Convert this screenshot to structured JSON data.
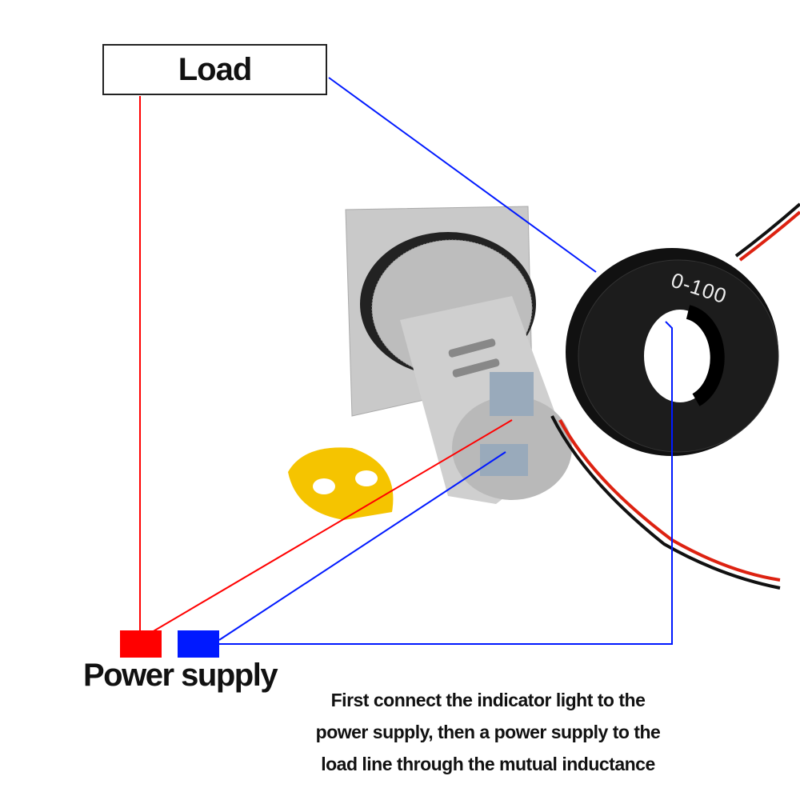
{
  "load_label": "Load",
  "power_supply_label": "Power supply",
  "ring_marking": "0-100",
  "instruction_lines": [
    "First connect the indicator light to the",
    "power supply, then a power supply to the",
    "load line through the mutual inductance"
  ],
  "colors": {
    "live_wire": "#ff0000",
    "neutral_wire": "#0019ff",
    "device_body": "#c8c8c8",
    "ring": "#111111",
    "clip": "#f5c400"
  }
}
